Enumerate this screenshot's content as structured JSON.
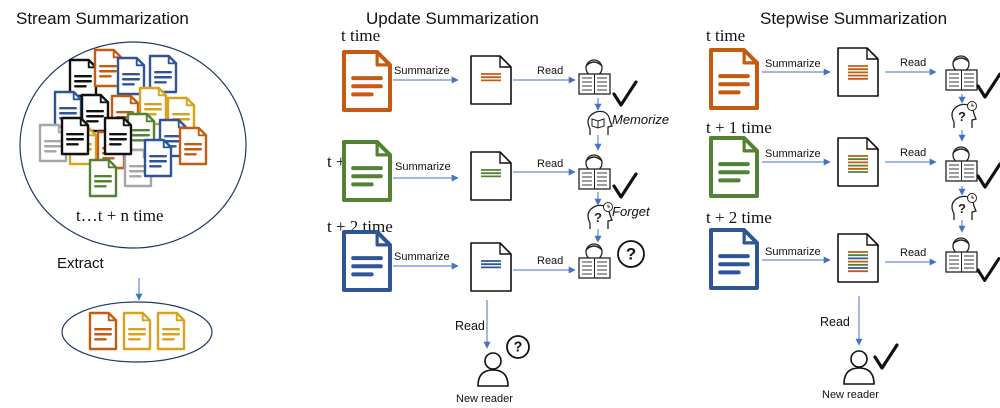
{
  "panels": {
    "stream": {
      "title": "Stream Summarization",
      "time_range": "t…t + n time",
      "extract_label": "Extract"
    },
    "update": {
      "title": "Update Summarization",
      "times": [
        "t time",
        "t + 1 time",
        "t + 2 time"
      ],
      "summarize_label": "Summarize",
      "read_label": "Read",
      "memorize_label": "Memorize",
      "forget_label": "Forget",
      "new_reader_label": "New reader"
    },
    "stepwise": {
      "title": "Stepwise Summarization",
      "times": [
        "t time",
        "t + 1 time",
        "t + 2 time"
      ],
      "summarize_label": "Summarize",
      "read_label": "Read",
      "new_reader_label": "New reader"
    }
  },
  "colors": {
    "orange": "#c55a11",
    "green": "#548235",
    "blue": "#2f5597",
    "gold": "#d9a21b",
    "gray": "#a6a6a6",
    "black": "#111111",
    "arrow": "#4472c4"
  }
}
